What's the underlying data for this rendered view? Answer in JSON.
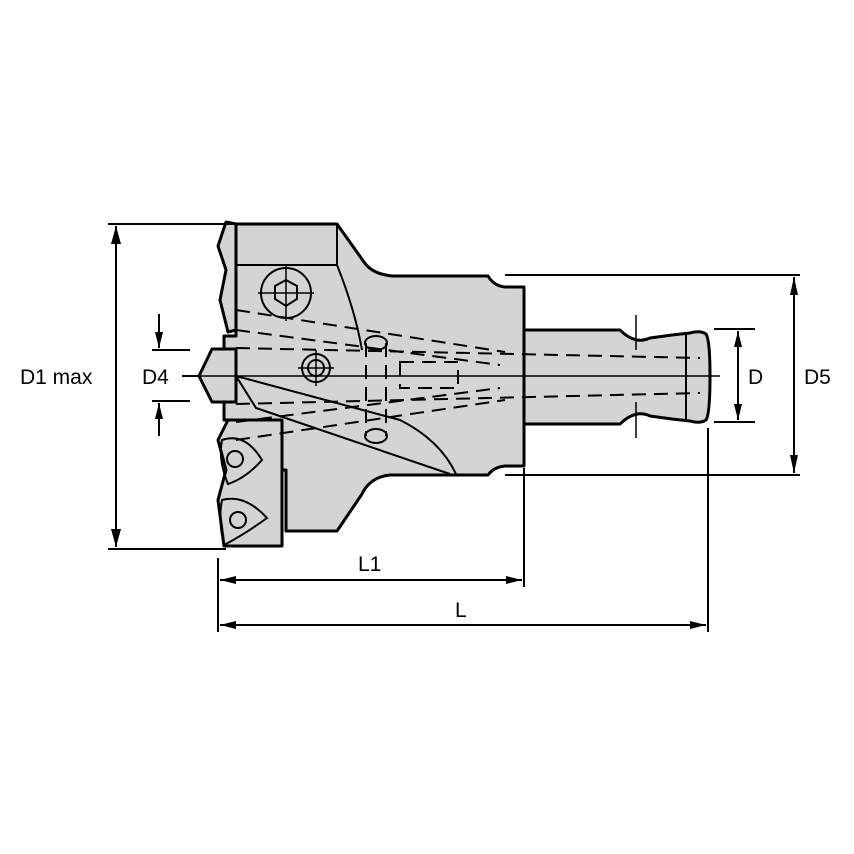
{
  "drawing": {
    "subject": "Indexable milling cutter with screw-in shank (side view, technical dimension drawing)",
    "body_color": "#d4d4d4",
    "line_color": "#000000",
    "background": "#ffffff"
  },
  "dimensions": {
    "d1max": {
      "label": "D1 max"
    },
    "d4": {
      "label": "D4"
    },
    "d": {
      "label": "D"
    },
    "d5": {
      "label": "D5"
    },
    "l1": {
      "label": "L1"
    },
    "l": {
      "label": "L"
    }
  }
}
